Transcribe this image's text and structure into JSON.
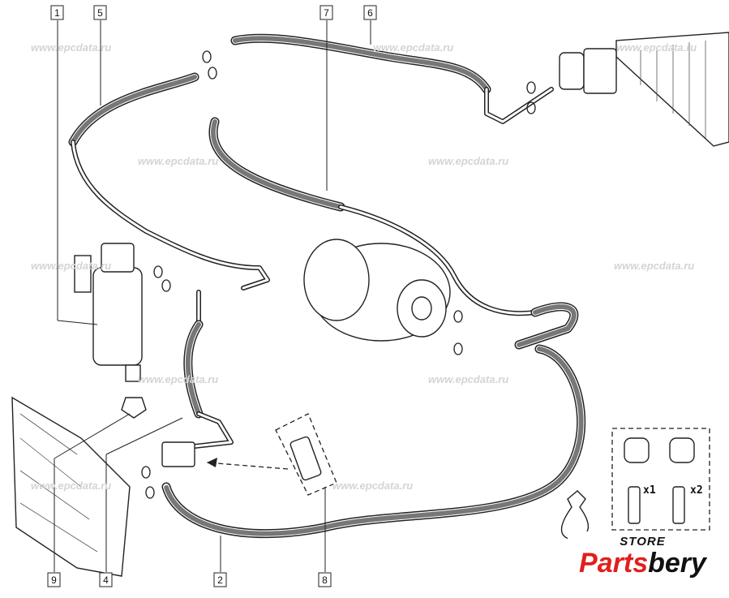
{
  "watermark": "www.epcdata.ru",
  "callouts": {
    "c1": "1",
    "c5": "5",
    "c7": "7",
    "c6": "6",
    "c9": "9",
    "c4": "4",
    "c2": "2",
    "c8": "8"
  },
  "kit": {
    "qty_a": "x1",
    "qty_b": "x2"
  },
  "logo": {
    "store": "STORE",
    "name_red": "Parts",
    "name_black": "bery"
  },
  "colors": {
    "brand_red": "#e0201c",
    "line": "#222222",
    "watermark": "#d4d4d4"
  }
}
